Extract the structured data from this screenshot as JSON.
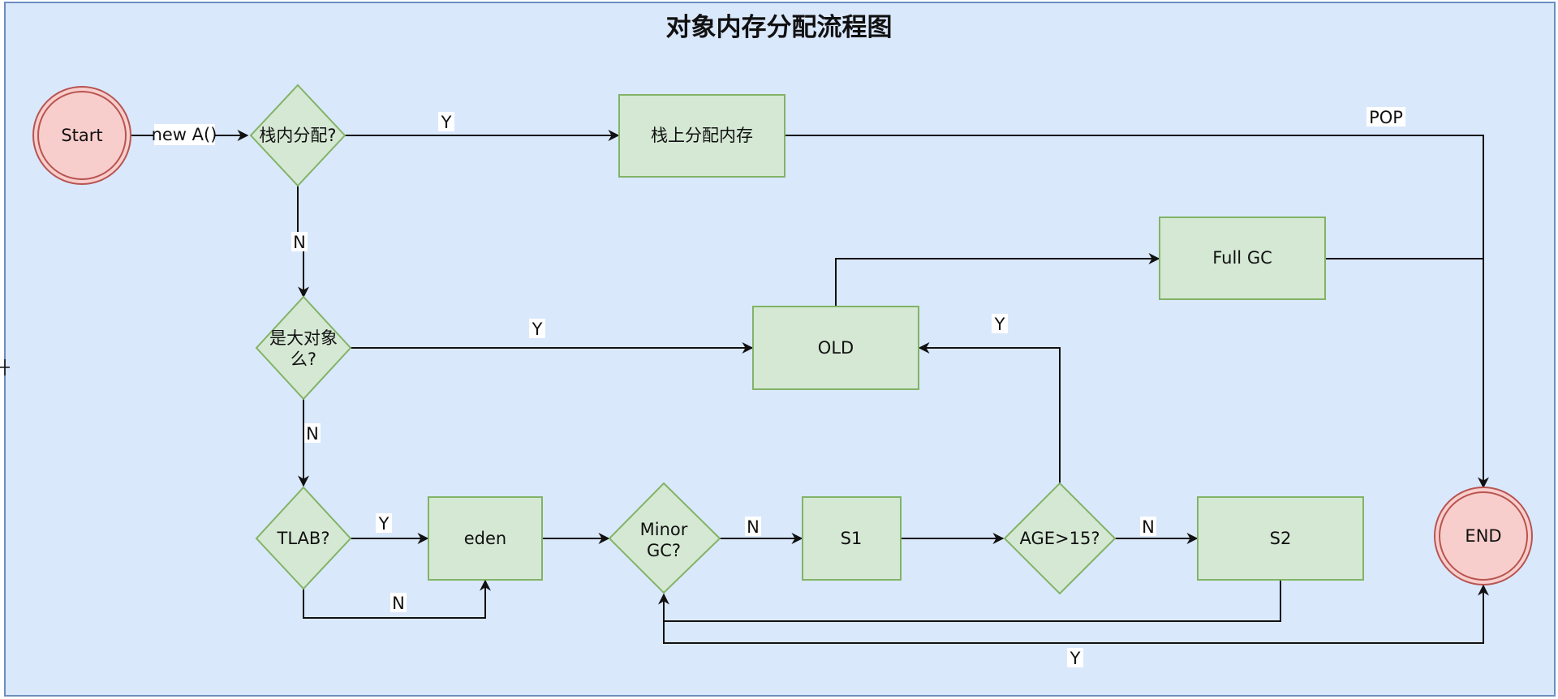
{
  "title": "对象内存分配流程图",
  "colors": {
    "background": "#dae8fc",
    "background_border": "#6c8ebf",
    "node_fill": "#d5e8d4",
    "node_stroke": "#82b366",
    "terminal_fill": "#f8cecc",
    "terminal_stroke": "#b85450",
    "edge": "#111111"
  },
  "nodes": {
    "start": "Start",
    "stack_check": "栈内分配?",
    "stack_alloc": "栈上分配内存",
    "big_object": [
      "是大对象",
      "么?"
    ],
    "tlab": "TLAB?",
    "eden": "eden",
    "minor_gc": [
      "Minor",
      "GC?"
    ],
    "s1": "S1",
    "age_check": "AGE>15?",
    "s2": "S2",
    "old": "OLD",
    "full_gc": "Full GC",
    "end": "END"
  },
  "edges": {
    "start_to_stack": "new A()",
    "stack_yes": "Y",
    "stack_no": "N",
    "pop": "POP",
    "big_yes": "Y",
    "big_no": "N",
    "tlab_yes": "Y",
    "tlab_no": "N",
    "minor_no": "N",
    "minor_yes": "Y",
    "age_yes": "Y",
    "age_no": "N"
  }
}
